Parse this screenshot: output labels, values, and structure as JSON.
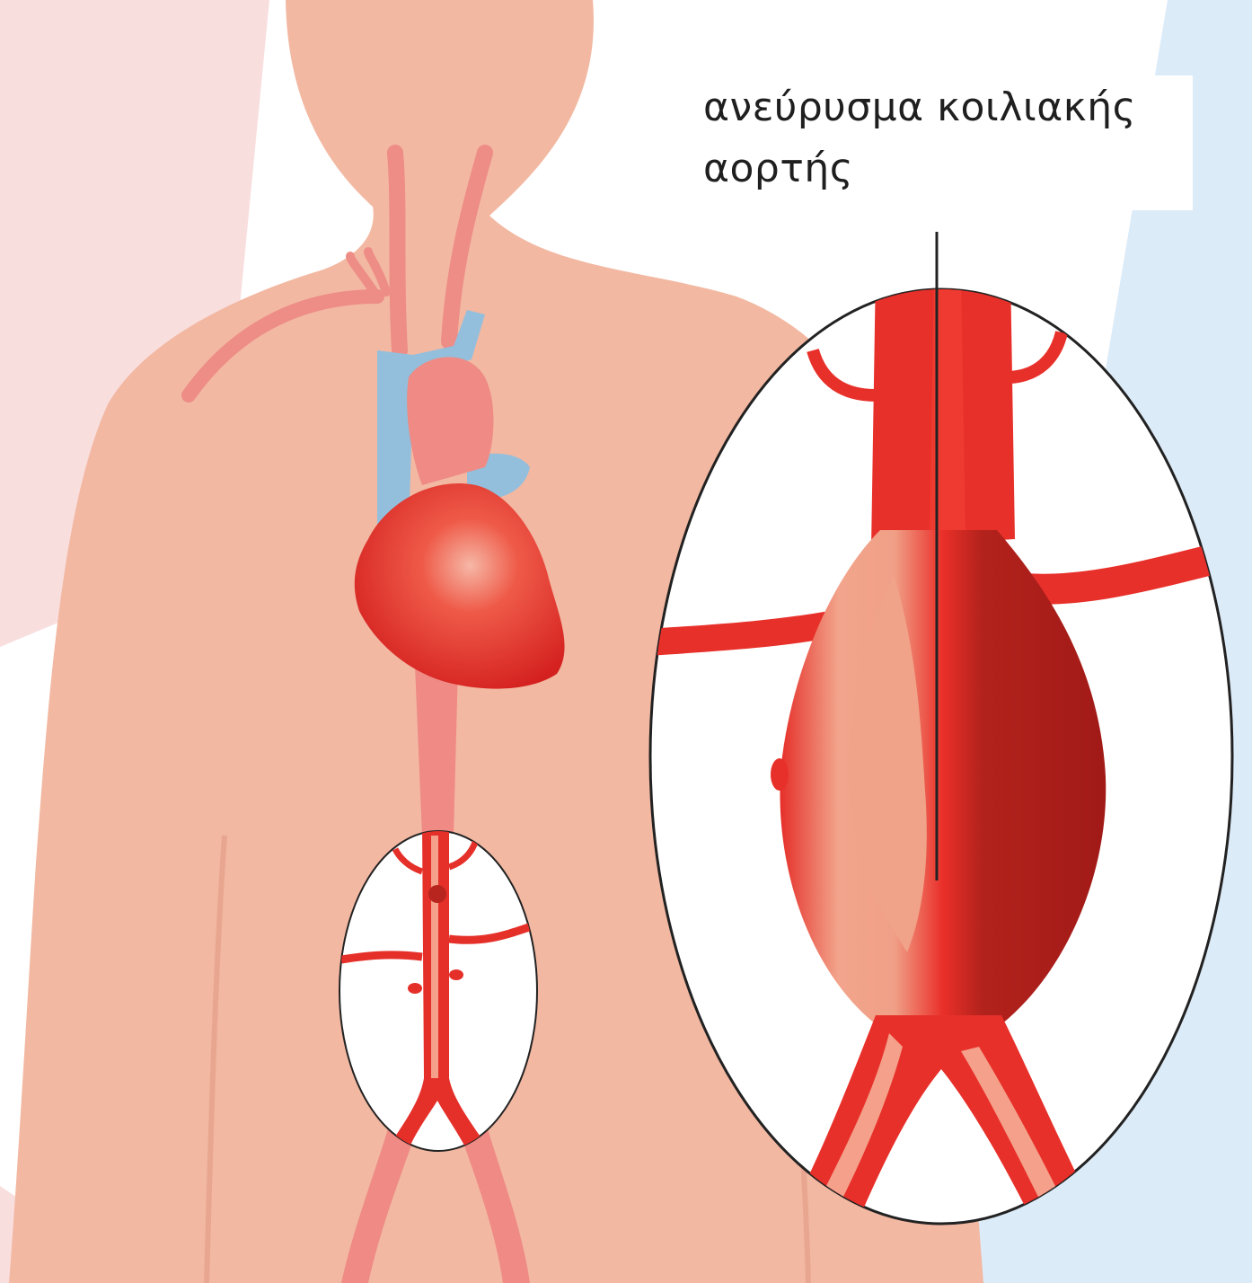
{
  "label": {
    "line1": "ανεύρυσμα κοιλιακής",
    "line2": "αορτής"
  },
  "colors": {
    "skin": "#f2b8a2",
    "artery": "#e8302a",
    "artery_dark": "#a81c18",
    "artery_light": "#f2a08a",
    "vein": "#93bfdc",
    "heart": "#e02d2d",
    "background_blue": "#dcebf8",
    "background_pink": "#f9dede"
  },
  "icons": {
    "body": "human-torso-silhouette",
    "heart": "heart-icon",
    "magnifier": "magnified-aneurysm-oval"
  }
}
